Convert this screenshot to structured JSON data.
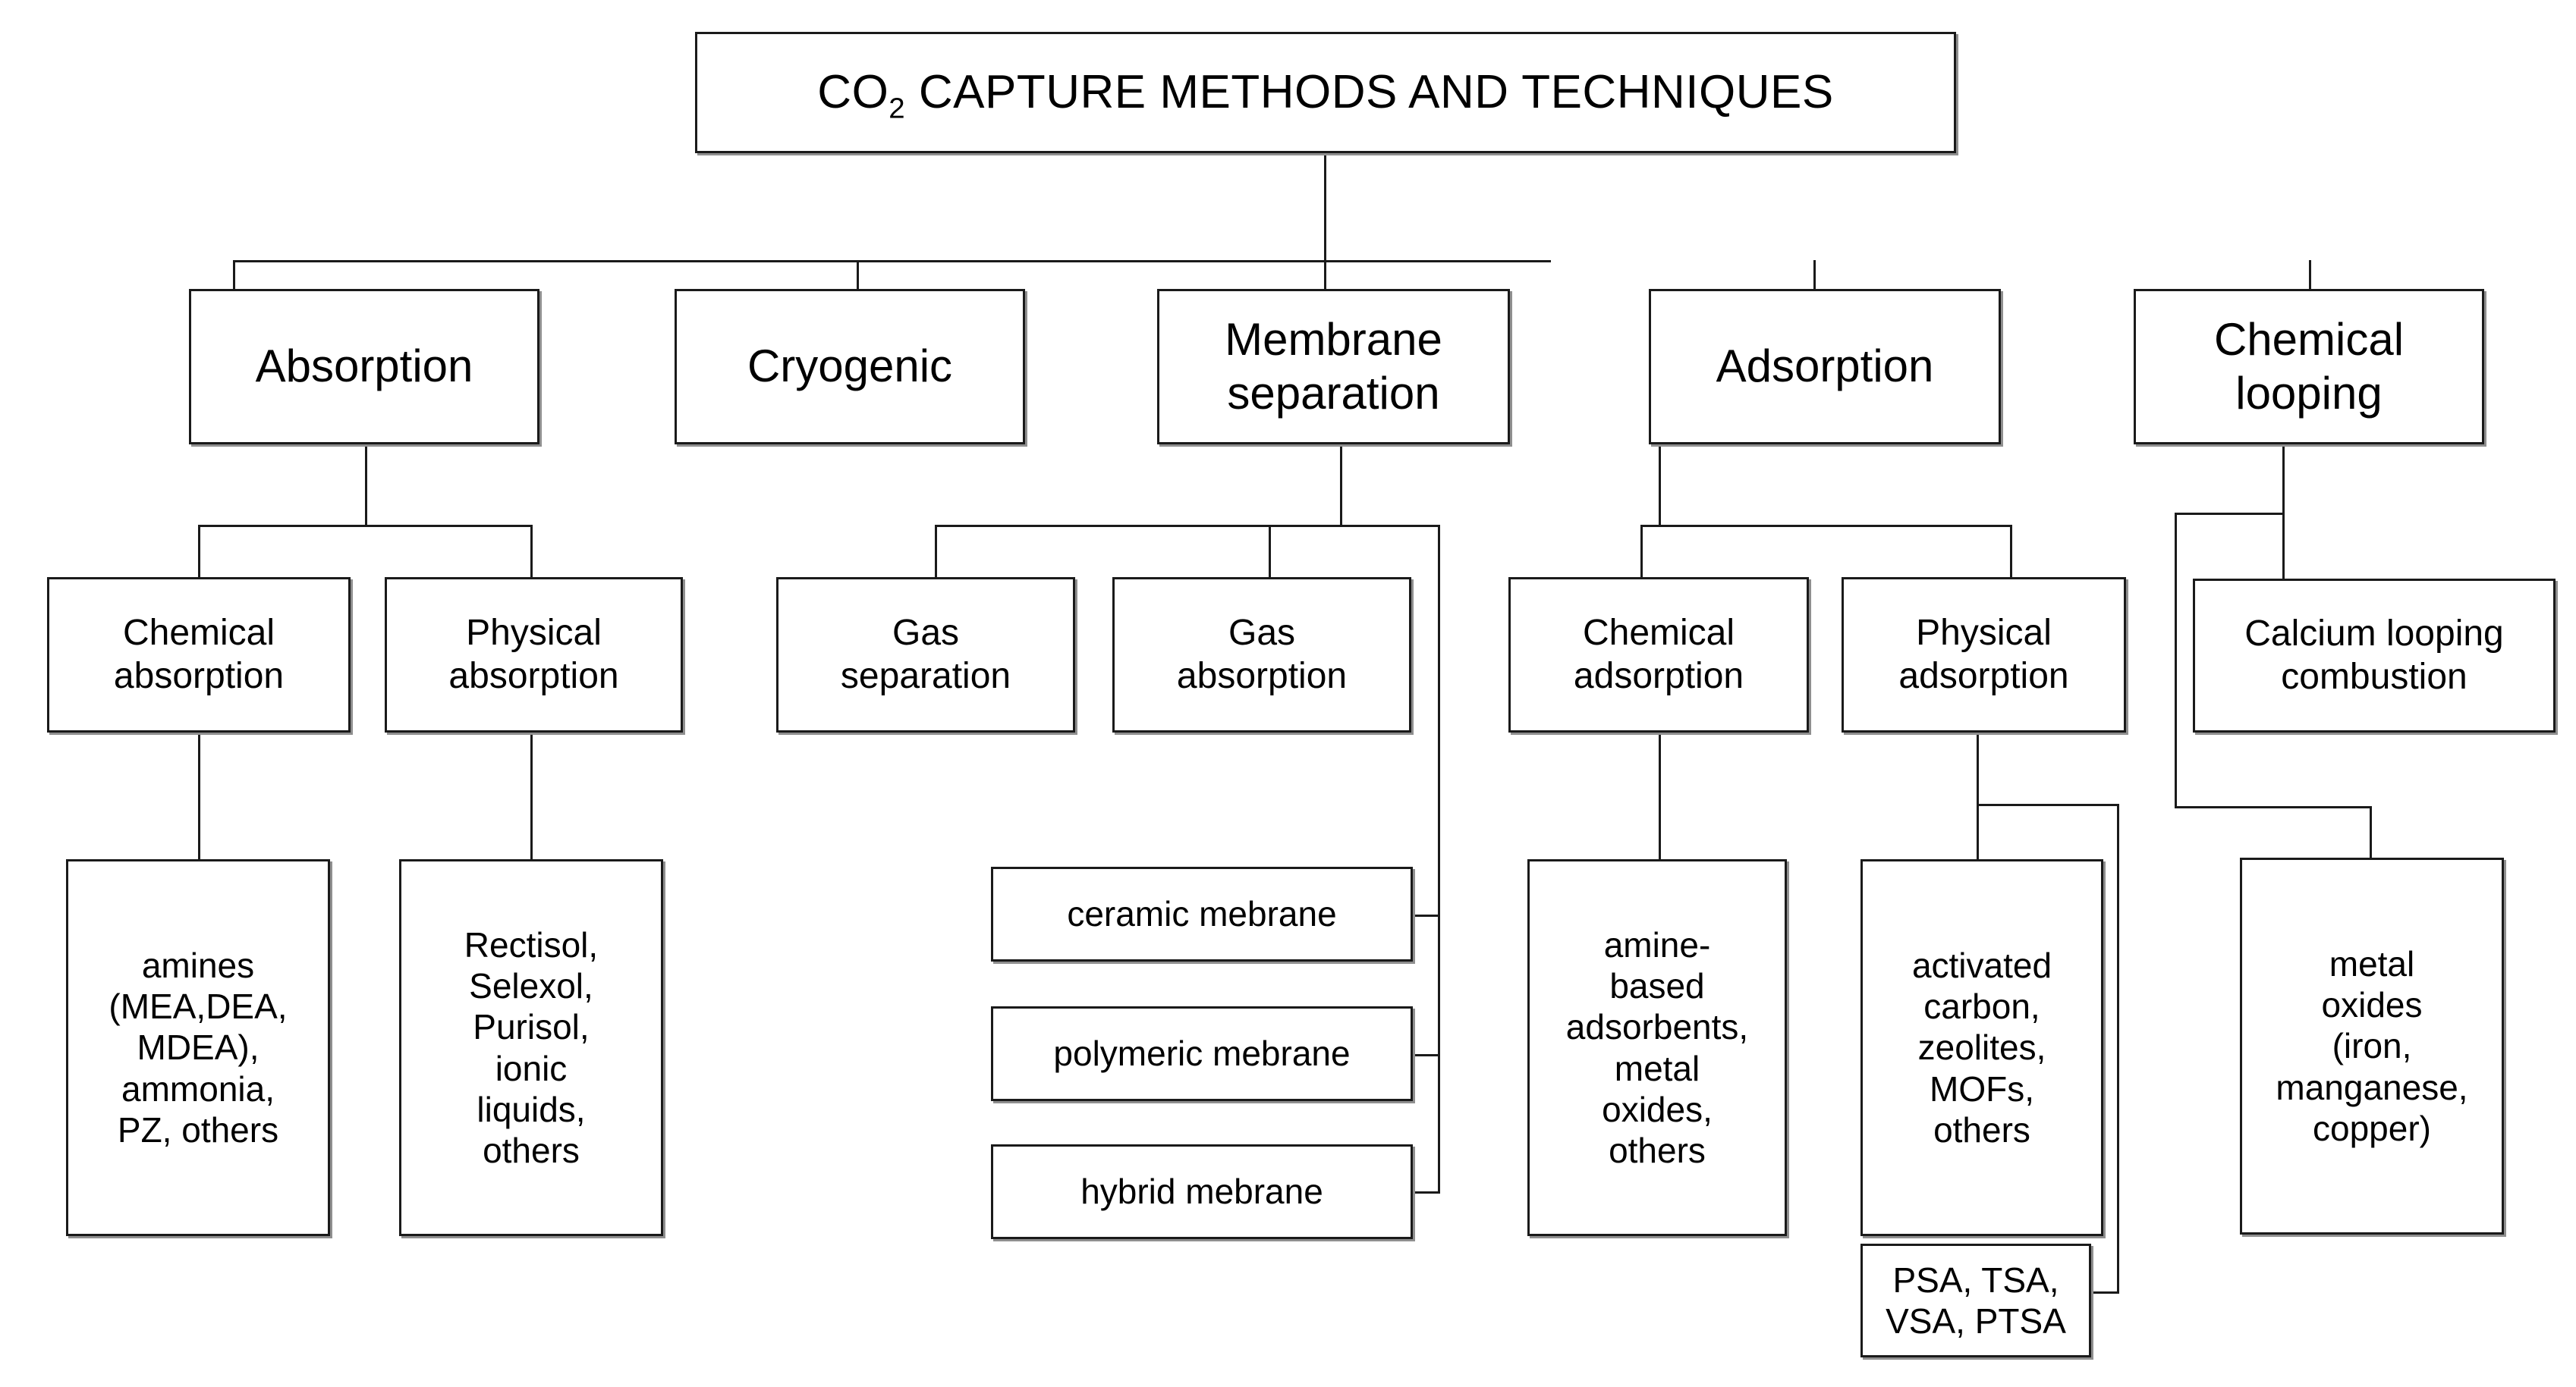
{
  "diagram": {
    "title_text_prefix": "CO",
    "title_subscript": "2",
    "title_text_suffix": " CAPTURE METHODS AND TECHNIQUES",
    "root": "CO2 CAPTURE METHODS AND TECHNIQUES",
    "level2": [
      {
        "id": "absorption",
        "label": "Absorption"
      },
      {
        "id": "cryogenic",
        "label": "Cryogenic"
      },
      {
        "id": "membrane-separation",
        "label": "Membrane\nseparation"
      },
      {
        "id": "adsorption",
        "label": "Adsorption"
      },
      {
        "id": "chemical-looping",
        "label": "Chemical\nlooping"
      }
    ],
    "level3": [
      {
        "id": "chemical-absorption",
        "label": "Chemical\nabsorption"
      },
      {
        "id": "physical-absorption",
        "label": "Physical\nabsorption"
      },
      {
        "id": "gas-separation",
        "label": "Gas\nseparation"
      },
      {
        "id": "gas-absorption",
        "label": "Gas\nabsorption"
      },
      {
        "id": "chemical-adsorption",
        "label": "Chemical\nadsorption"
      },
      {
        "id": "physical-adsorption",
        "label": "Physical\nadsorption"
      },
      {
        "id": "calcium-looping-combustion",
        "label": "Calcium looping\ncombustion"
      }
    ],
    "leaves": [
      {
        "id": "amines",
        "label": "amines\n(MEA,DEA,\nMDEA),\nammonia,\nPZ, others"
      },
      {
        "id": "physical-solvents",
        "label": "Rectisol,\nSelexol,\nPurisol,\nionic\nliquids,\nothers"
      },
      {
        "id": "ceramic-mebrane",
        "label": "ceramic mebrane"
      },
      {
        "id": "polymeric-mebrane",
        "label": "polymeric mebrane"
      },
      {
        "id": "hybrid-mebrane",
        "label": "hybrid mebrane"
      },
      {
        "id": "amine-based-adsorbents",
        "label": "amine-\nbased\nadsorbents,\nmetal\noxides,\nothers"
      },
      {
        "id": "activated-carbon",
        "label": "activated\ncarbon,\nzeolites,\nMOFs,\nothers"
      },
      {
        "id": "psa-tsa",
        "label": "PSA, TSA,\nVSA, PTSA"
      },
      {
        "id": "metal-oxides",
        "label": "metal\noxides\n(iron,\nmanganese,\ncopper)"
      }
    ],
    "colors": {
      "line": "#1a1a1a",
      "box_fill": "#ffffff",
      "box_shadow": "#8f8f8f",
      "text": "#000000",
      "background": "#ffffff"
    }
  }
}
